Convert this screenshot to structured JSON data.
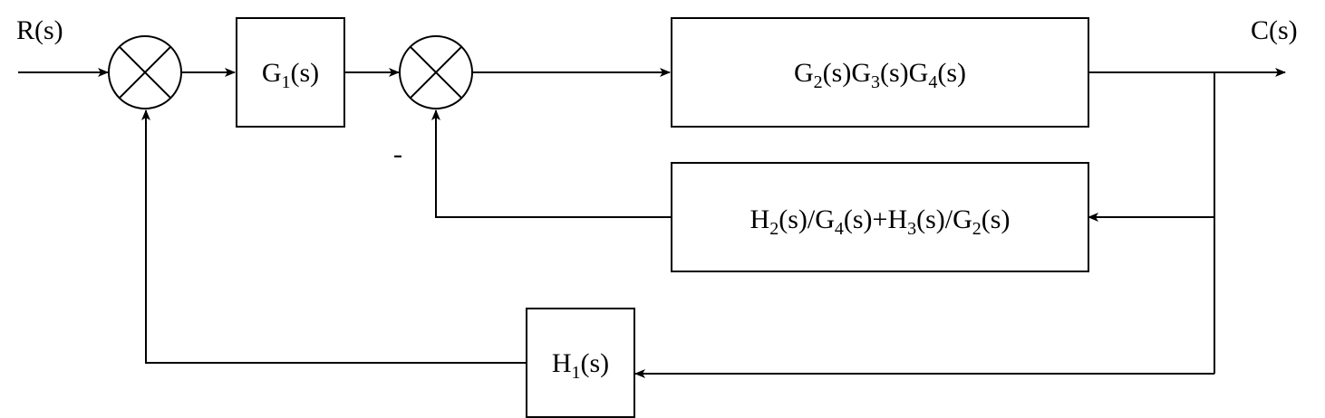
{
  "signals": {
    "input": "R(s)",
    "output": "C(s)",
    "inner_sign": "-"
  },
  "blocks": {
    "g1": {
      "parts": [
        [
          "G",
          "1",
          "(s)"
        ]
      ]
    },
    "forward": {
      "parts": [
        [
          "G",
          "2",
          "(s)"
        ],
        [
          "G",
          "3",
          "(s)"
        ],
        [
          "G",
          "4",
          "(s)"
        ]
      ]
    },
    "inner_feedback": {
      "parts": [
        [
          "H",
          "2",
          "(s)/"
        ],
        [
          "G",
          "4",
          "(s)+"
        ],
        [
          "H",
          "3",
          "(s)/"
        ],
        [
          "G",
          "2",
          "(s)"
        ]
      ]
    },
    "outer_feedback": {
      "parts": [
        [
          "H",
          "1",
          "(s)"
        ]
      ]
    }
  }
}
